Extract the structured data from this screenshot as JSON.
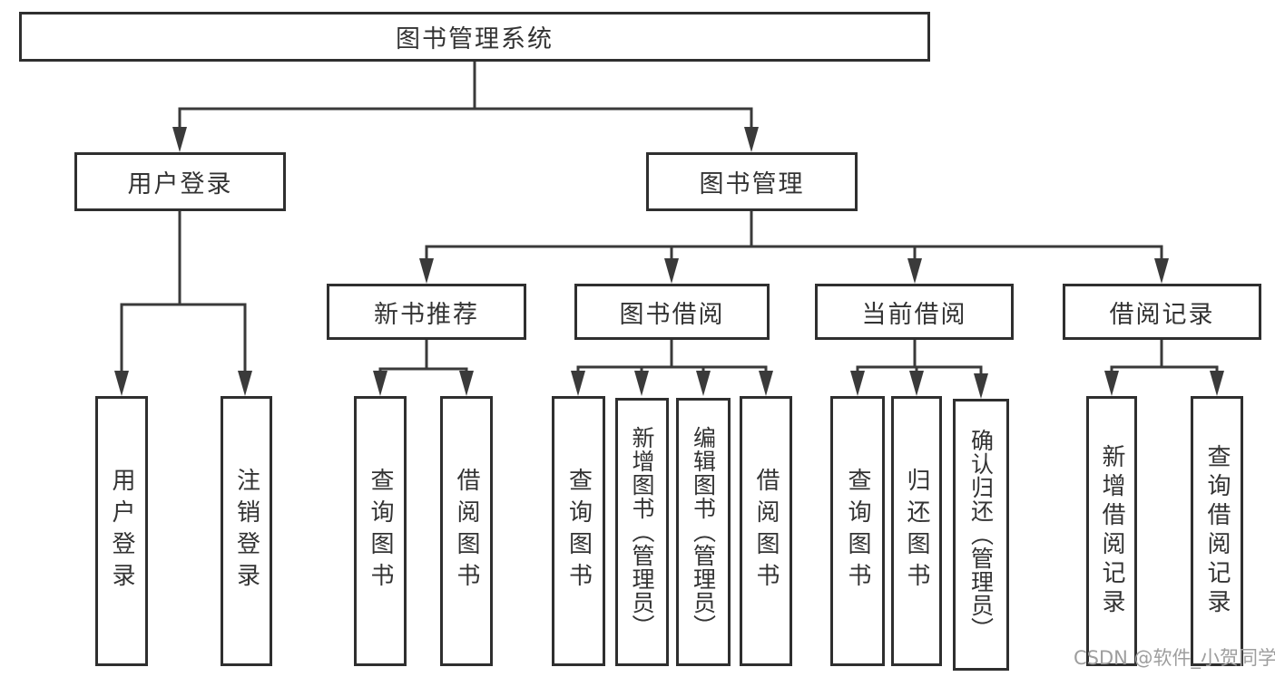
{
  "diagram": {
    "title": "图书管理系统",
    "watermark": "CSDN @软件_小贺同学",
    "colors": {
      "line": "#3a3a3a",
      "box_border": "#2f2f2f",
      "box_fill": "#ffffff",
      "text": "#333333",
      "watermark": "#9e9e9e",
      "background": "#ffffff"
    },
    "tree": {
      "root": {
        "label": "图书管理系统"
      },
      "children": [
        {
          "label": "用户登录",
          "children": [
            {
              "label": "用户登录"
            },
            {
              "label": "注销登录"
            }
          ]
        },
        {
          "label": "图书管理",
          "children": [
            {
              "label": "新书推荐",
              "children": [
                {
                  "label": "查询图书"
                },
                {
                  "label": "借阅图书"
                }
              ]
            },
            {
              "label": "图书借阅",
              "children": [
                {
                  "label": "查询图书"
                },
                {
                  "label": "新增图书（管理员）"
                },
                {
                  "label": "编辑图书（管理员）"
                },
                {
                  "label": "借阅图书"
                }
              ]
            },
            {
              "label": "当前借阅",
              "children": [
                {
                  "label": "查询图书"
                },
                {
                  "label": "归还图书"
                },
                {
                  "label": "确认归还（管理员）"
                }
              ]
            },
            {
              "label": "借阅记录",
              "children": [
                {
                  "label": "新增借阅记录"
                },
                {
                  "label": "查询借阅记录"
                }
              ]
            }
          ]
        }
      ]
    }
  }
}
